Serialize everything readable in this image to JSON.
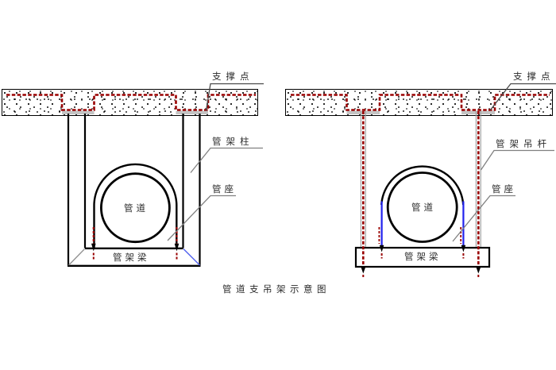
{
  "caption": "管道支吊架示意图",
  "colors": {
    "dark_red": "#990000",
    "blue": "#2222ee",
    "light_blue": "#5566ee",
    "leader_gray": "#808080",
    "leader_dark": "#4a4a4a",
    "plate_gray": "#c4c4c4"
  },
  "left_diagram": {
    "labels": {
      "support_point": "支撑点",
      "column": "管架柱",
      "pipe_seat": "管座",
      "pipe": "管道",
      "beam": "管架梁"
    }
  },
  "right_diagram": {
    "labels": {
      "support_point": "支撑点",
      "hanger_rod": "管架吊杆",
      "pipe_seat": "管座",
      "pipe": "管道",
      "beam": "管架梁"
    }
  }
}
